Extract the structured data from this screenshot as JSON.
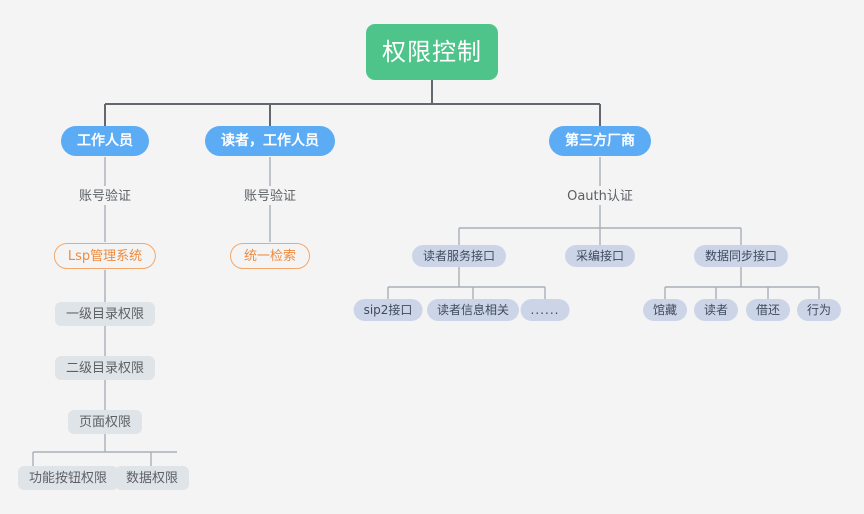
{
  "diagram": {
    "title": "权限控制",
    "background_color": "#f4f4f4",
    "colors": {
      "root_fill": "#4ec48a",
      "root_text": "#ffffff",
      "blue_fill": "#5cabf5",
      "blue_text": "#ffffff",
      "orange_border": "#f3a76a",
      "orange_text": "#f08a3c",
      "grey_fill": "#dfe4e9",
      "grey_text": "#5d6166",
      "lavender_fill": "#ccd5e8",
      "lavender_text": "#3f4a5f",
      "edge_dark": "#62686e",
      "edge_light": "#a9b0b8"
    }
  },
  "nodes": {
    "root": "权限控制",
    "branch1": {
      "actor": "工作人员",
      "auth_label": "账号验证",
      "system": "Lsp管理系统",
      "level1": "一级目录权限",
      "level2": "二级目录权限",
      "page": "页面权限",
      "leaf_button": "功能按钮权限",
      "leaf_data": "数据权限"
    },
    "branch2": {
      "actor": "读者，工作人员",
      "auth_label": "账号验证",
      "system": "统一检索"
    },
    "branch3": {
      "actor": "第三方厂商",
      "auth_label": "Oauth认证",
      "api_reader": "读者服务接口",
      "api_acq": "采编接口",
      "api_sync": "数据同步接口",
      "reader_children": [
        "sip2接口",
        "读者信息相关",
        "......"
      ],
      "sync_children": [
        "馆藏",
        "读者",
        "借还",
        "行为"
      ]
    }
  }
}
